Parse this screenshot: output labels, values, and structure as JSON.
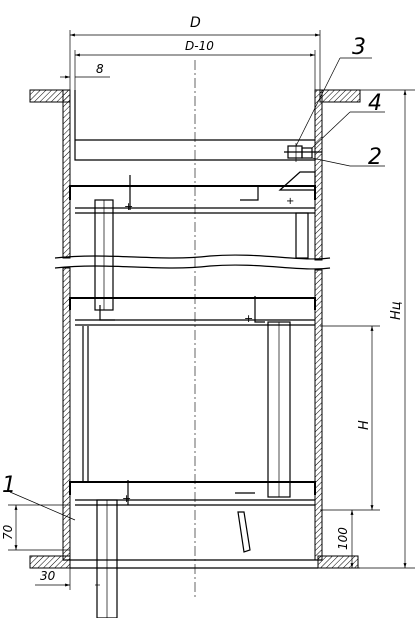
{
  "dimensions": {
    "outer_diameter": "D",
    "inner_diameter": "D-10",
    "gap": "8",
    "total_height": "Нц",
    "section_height": "Н",
    "bottom_offset": "100",
    "left_offset": "70",
    "bottom_width": "30"
  },
  "leaders": {
    "item_1": "1",
    "item_2": "2",
    "item_3": "3",
    "item_4": "4"
  }
}
